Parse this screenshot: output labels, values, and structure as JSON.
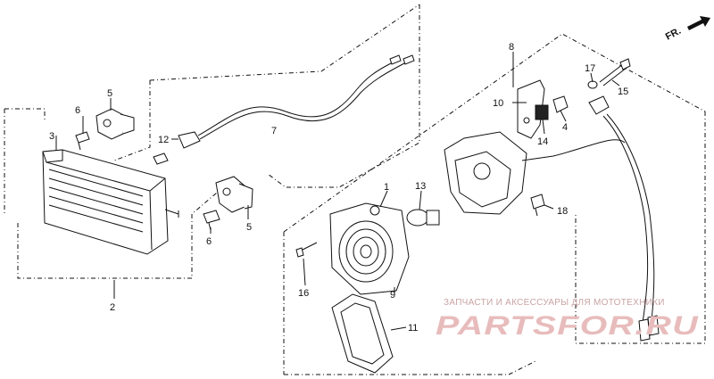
{
  "orientation": {
    "text": "FR.",
    "icon": "front-direction-arrow-icon"
  },
  "callouts": {
    "c1": "1",
    "c2": "2",
    "c3": "3",
    "c4": "4",
    "c5a": "5",
    "c5b": "5",
    "c6a": "6",
    "c6b": "6",
    "c7": "7",
    "c8": "8",
    "c9": "9",
    "c10": "10",
    "c11": "11",
    "c12": "12",
    "c13": "13",
    "c14": "14",
    "c15": "15",
    "c16": "16",
    "c17": "17",
    "c18": "18"
  },
  "watermark": {
    "subtitle": "ЗАПЧАСТИ И АКСЕССУАРЫ ДЛЯ МОТОТЕХНИКИ",
    "brand": "PARTSFOR.RU"
  }
}
